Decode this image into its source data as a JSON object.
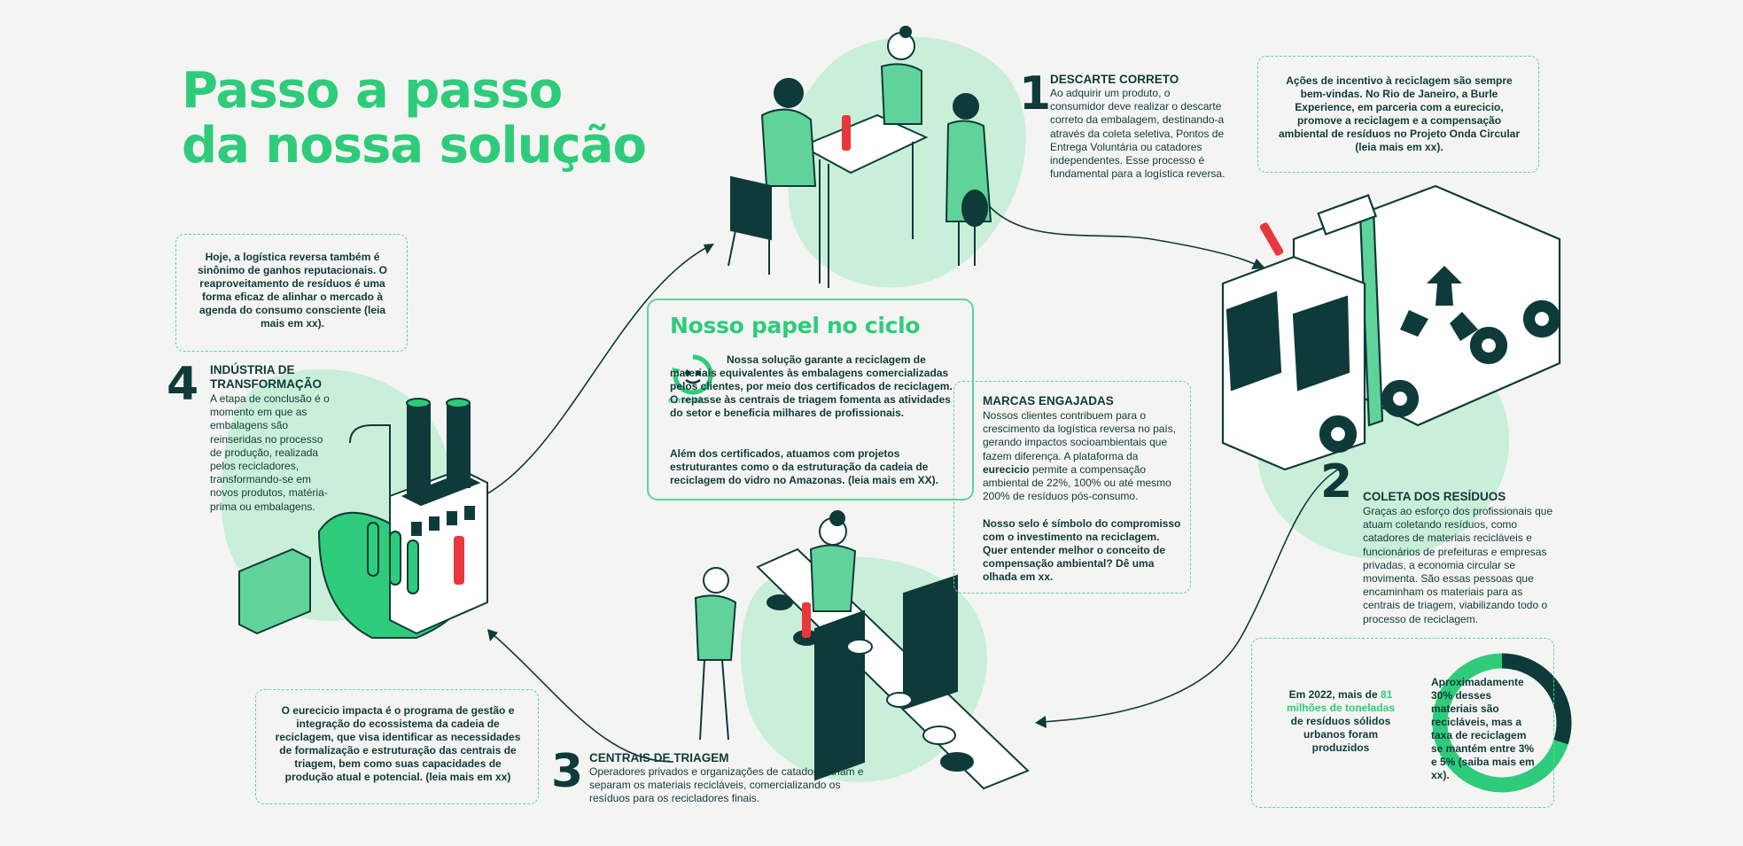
{
  "title": {
    "line1": "Passo a passo",
    "line2": "da nossa solução"
  },
  "central": {
    "heading": "Nosso papel no ciclo",
    "logo_text_pre": "eu",
    "logo_text_bold": "recicl",
    "logo_text_post": "o",
    "para1": "Nossa solução garante a reciclagem de materiais equivalentes às embalagens comercializadas pelos clientes, por meio dos certificados de reciclagem. O repasse às centrais de triagem fomenta as atividades do setor e beneficia milhares de profissionais.",
    "para2": "Além dos certificados, atuamos com projetos estruturantes como o da estruturação da cadeia de reciclagem do vidro no Amazonas. (leia mais em XX)."
  },
  "steps": {
    "s1": {
      "num": "1",
      "title": "DESCARTE CORRETO",
      "text": "Ao adquirir um produto, o consumidor deve realizar o descarte correto da embalagem, destinando-a através da coleta seletiva, Pontos de Entrega Voluntária ou catadores independentes. Esse processo é fundamental para a logística reversa."
    },
    "s2": {
      "num": "2",
      "title": "COLETA DOS RESÍDUOS",
      "text": "Graças ao esforço dos profissionais que atuam coletando resíduos, como catadores de materiais recicláveis e funcionários de prefeituras e empresas privadas, a economia circular se movimenta. São essas pessoas que encaminham os materiais para as centrais de triagem, viabilizando todo o processo de reciclagem."
    },
    "s3": {
      "num": "3",
      "title": "CENTRAIS DE TRIAGEM",
      "text": "Operadores privados e organizações de catadores triam e separam os materiais recicláveis, comercializando os resíduos para os recicladores finais."
    },
    "s4": {
      "num": "4",
      "title": "INDÚSTRIA DE TRANSFORMAÇÃO",
      "text": "A etapa de conclusão é o momento em que as embalagens são reinseridas no processo de produção, realizada pelos recicladores, transformando-se em novos produtos, matéria-prima ou embalagens."
    }
  },
  "boxes": {
    "incentive": "Ações de incentivo à reciclagem são sempre bem-vindas. No Rio de Janeiro, a Burle Experience, em parceria com a eurecicio, promove a reciclagem e a compensação ambiental de resíduos no Projeto Onda Circular (leia mais em xx).",
    "reputation": "Hoje, a logística reversa também é sinônimo de ganhos reputacionais. O reaproveitamento de resíduos é uma forma eficaz de alinhar o mercado à agenda do consumo consciente (leia mais em xx).",
    "impacta": "O eurecicio impacta é o programa de gestão e integração do ecossistema da cadeia de reciclagem, que visa identificar as necessidades de formalização e estruturação das centrais de triagem, bem como suas capacidades de produção atual e potencial. (leia mais em xx)",
    "brands_title": "MARCAS ENGAJADAS",
    "brands_text_a": "Nossos clientes contribuem para o crescimento da logística reversa no país, gerando impactos socioambientais que fazem diferença. A plataforma da ",
    "brands_text_bold": "eurecicio",
    "brands_text_b": " permite a compensação ambiental de 22%, 100% ou até mesmo 200% de resíduos pós-consumo.",
    "brands_seal": "Nosso selo é símbolo do compromisso com o investimento na reciclagem. Quer entender melhor o conceito de compensação ambiental? Dê uma olhada em xx."
  },
  "stats": {
    "donut_pre": "Em 2022, mais de ",
    "donut_highlight": "81 milhões de toneladas",
    "donut_post": " de resíduos sólidos urbanos foram produzidos",
    "recycle_fraction": 0.3,
    "side_text": "Aproximadamente 30% desses materiais são recicláveis, mas a taxa de reciclagem se mantém entre 3% e 5% (saiba mais em xx)."
  },
  "colors": {
    "accent": "#2ecc7a",
    "dark": "#0f3a3a",
    "light_green": "#c9efd9",
    "red": "#e8383d"
  },
  "icons": [
    "recycle-icon",
    "eurecicio-logo",
    "arrow-icon",
    "recycling-truck",
    "factory",
    "people-table",
    "sorting-belt"
  ]
}
